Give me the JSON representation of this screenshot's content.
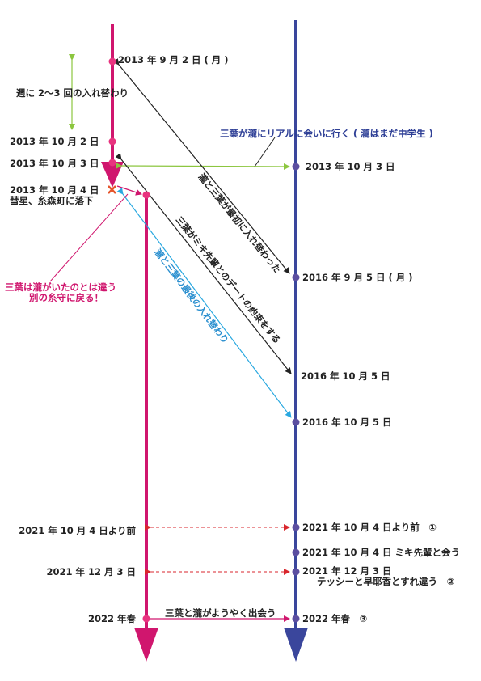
{
  "colors": {
    "mitsuha": "#d0166e",
    "taki": "#3a469c",
    "green": "#8cc63f",
    "cyan": "#29a8e0",
    "arrow_dark": "#222222",
    "red_dash": "#d9262c"
  },
  "left_timeline": {
    "d1": "2013 年 9 月 2 日 ( 月 )",
    "d2": "2013 年 10 月 2 日",
    "d3": "2013 年 10 月 3 日",
    "d4": "2013 年 10 月 4 日",
    "d4_note": "彗星、糸森町に落下",
    "d5": "2021 年 10 月 4 日より前",
    "d6": "2021 年 12 月 3 日",
    "d7": "2022 年春"
  },
  "right_timeline": {
    "d1": "2013 年 10 月 3 日",
    "d2": "2016 年 9 月 5 日 ( 月 )",
    "d3": "2016 年 10 月 5 日",
    "d4": "2016 年 10 月 5 日",
    "d5": "2021 年 10 月 4 日より前　①",
    "d6": "2021 年 10 月 4 日 ミキ先輩と会う",
    "d7": "2021 年 12 月 3 日",
    "d7_note": "テッシーと早耶香とすれ違う　②",
    "d8": "2022 年春　③"
  },
  "annotations": {
    "weekly": "週に 2〜3 回の入れ替わり",
    "visit": "三葉が瀧にリアルに会いに行く ( 瀧はまだ中学生 )",
    "first_swap": "瀧と三葉が最初に入れ替わった",
    "date_promise": "三葉がミキ先輩とのデートの約束をする",
    "last_swap": "瀧と三葉の最後の入れ替わり",
    "return_1": "三葉は瀧がいたのとは違う",
    "return_2": "別の糸守に戻る！",
    "meet": "三葉と瀧がようやく出会う"
  },
  "icons": {
    "comet_mark": "x-mark-icon"
  }
}
